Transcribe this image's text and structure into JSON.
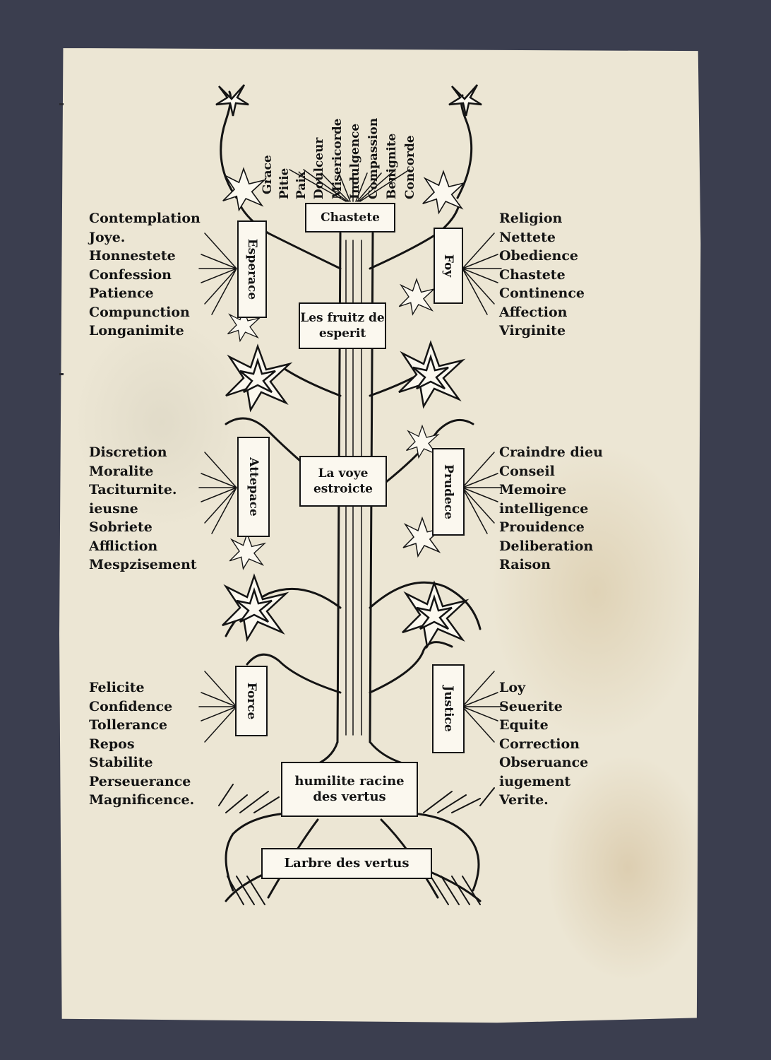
{
  "top_words": [
    "Grace",
    "Pitie",
    "Paix",
    "Doulceur",
    "Misericorde",
    "Indulgence",
    "Compassion",
    "Benignite",
    "Concorde"
  ],
  "banners": {
    "chastete": "Chastete",
    "esperance": "Esperace",
    "foy": "Foy",
    "fruits": "Les fruitz de esperit",
    "attemprance": "Attepace",
    "voye": "La voye estroicte",
    "prudence": "Prudece",
    "force": "Force",
    "justice": "Justice",
    "humilite": "humilite racine des vertus",
    "arbre": "Larbre des vertus"
  },
  "lists": {
    "upper_left": [
      "Contemplation",
      "Joye.",
      "Honnestete",
      "Confession",
      "Patience",
      "Compunction",
      "Longanimite"
    ],
    "upper_right": [
      "Religion",
      "Nettete",
      "Obedience",
      "Chastete",
      "Continence",
      "Affection",
      "Virginite"
    ],
    "middle_left": [
      "Discretion",
      "Moralite",
      "Taciturnite.",
      "ieusne",
      "Sobriete",
      "Affliction",
      "Mespzisement"
    ],
    "middle_right": [
      "Craindre dieu",
      "Conseil",
      "Memoire",
      "intelligence",
      "Prouidence",
      "Deliberation",
      "Raison"
    ],
    "lower_left": [
      "Felicite",
      "Confidence",
      "Tollerance",
      "Repos",
      "Stabilite",
      "Perseuerance",
      "Magnificence."
    ],
    "lower_right": [
      "Loy",
      "Seuerite",
      "Equite",
      "Correction",
      "Obseruance",
      "iugement",
      "Verite."
    ]
  }
}
